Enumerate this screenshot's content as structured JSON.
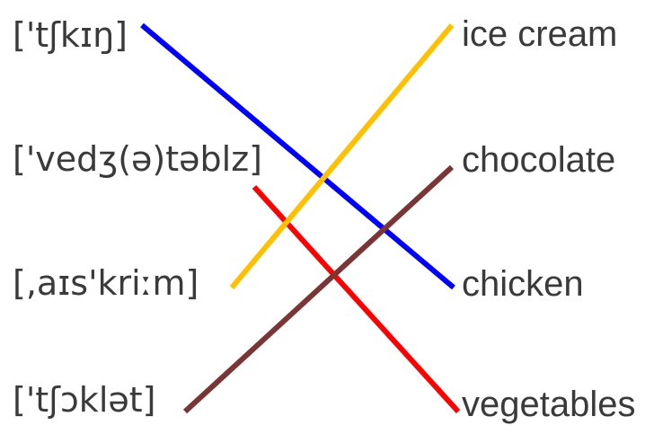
{
  "left_items": [
    {
      "text": "['tʃkɪŋ]"
    },
    {
      "text": "['vedʒ(ə)təblz]"
    },
    {
      "text": "[,aɪs'kriːm]"
    },
    {
      "text": "['tʃɔklət]"
    }
  ],
  "right_items": [
    {
      "text": "ice cream"
    },
    {
      "text": "chocolate"
    },
    {
      "text": "chicken"
    },
    {
      "text": "vegetables"
    }
  ],
  "links": [
    {
      "from": 0,
      "to": 2,
      "color": "#0000ff"
    },
    {
      "from": 1,
      "to": 3,
      "color": "#ff0000"
    },
    {
      "from": 2,
      "to": 0,
      "color": "#ffc000"
    },
    {
      "from": 3,
      "to": 1,
      "color": "#7b3535"
    }
  ]
}
